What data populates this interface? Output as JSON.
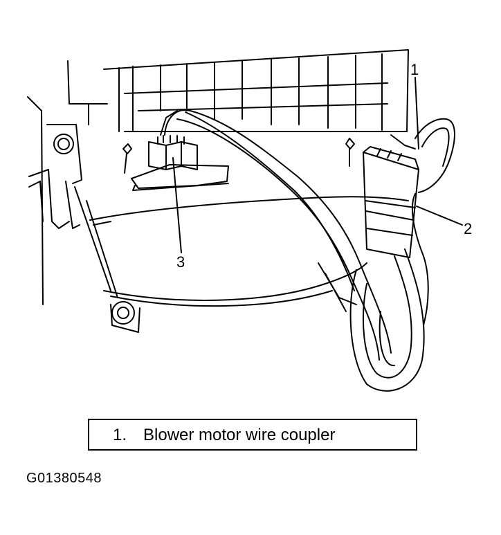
{
  "callouts": {
    "c1": "1",
    "c2": "2",
    "c3": "3"
  },
  "legend": {
    "number": "1.",
    "label": "Blower motor wire coupler"
  },
  "figure_id": "G01380548"
}
